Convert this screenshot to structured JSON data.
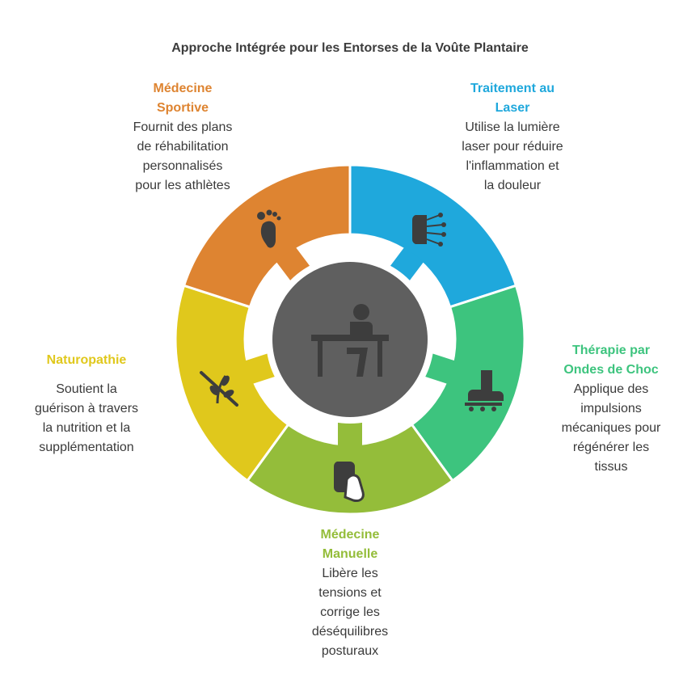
{
  "title": "Approche Intégrée pour les Entorses de la Voûte Plantaire",
  "center": {
    "icon": "person-at-desk-icon",
    "color": "#5f5f5f"
  },
  "segments": [
    {
      "key": "laser",
      "heading_lines": [
        "Traitement au",
        "Laser"
      ],
      "desc_lines": [
        "Utilise la lumière",
        "laser pour réduire",
        "l'inflammation et",
        "la douleur"
      ],
      "color": "#1fa8dc",
      "icon": "laser-foot-icon"
    },
    {
      "key": "shock",
      "heading_lines": [
        "Thérapie par",
        "Ondes de Choc"
      ],
      "desc_lines": [
        "Applique des",
        "impulsions",
        "mécaniques pour",
        "régénérer les",
        "tissus"
      ],
      "color": "#3dc47e",
      "icon": "boot-icon"
    },
    {
      "key": "manual",
      "heading_lines": [
        "Médecine",
        "Manuelle"
      ],
      "desc_lines": [
        "Libère les",
        "tensions et",
        "corrige les",
        "déséquilibres",
        "posturaux"
      ],
      "color": "#94bd3a",
      "icon": "hand-on-foot-icon"
    },
    {
      "key": "naturo",
      "heading_lines": [
        "Naturopathie"
      ],
      "desc_lines": [
        "Soutient la",
        "guérison à travers",
        "la nutrition et la",
        "supplémentation"
      ],
      "color": "#e0c81c",
      "icon": "no-wheat-icon"
    },
    {
      "key": "sport",
      "heading_lines": [
        "Médecine",
        "Sportive"
      ],
      "desc_lines": [
        "Fournit des plans",
        "de réhabilitation",
        "personnalisés",
        "pour les athlètes"
      ],
      "color": "#de8431",
      "icon": "footprint-icon"
    }
  ]
}
